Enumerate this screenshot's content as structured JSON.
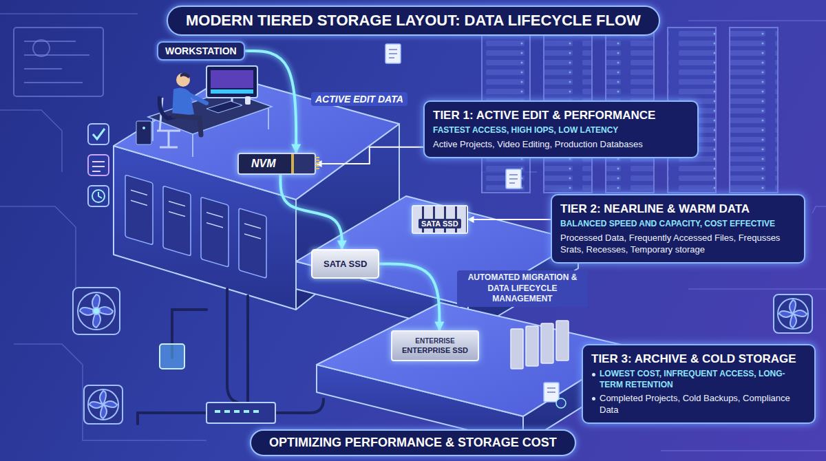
{
  "diagram": {
    "title": "MODERN TIERED STORAGE LAYOUT: DATA LIFECYCLE FLOW",
    "caption": "OPTIMIZING PERFORMANCE & STORAGE COST",
    "nodes": [
      {
        "text": [
          "WORKSTATION"
        ]
      },
      {
        "text": [
          "NVM"
        ]
      },
      {
        "text": [
          "SATA SSD"
        ]
      },
      {
        "text": [
          "SATA SSD"
        ]
      },
      {
        "text": [
          "ENTERRISE",
          "ENTERPRISE SSD"
        ]
      },
      {
        "text": [
          "TIER 1: ACTIVE EDIT & PERFORMANCE",
          "FASTEST ACCESS, HIGH IOPS, LOW LATENCY",
          "Active Projects, Video Editing, Production Databases"
        ]
      },
      {
        "text": [
          "TIER 2: NEARLINE & WARM DATA",
          "BALANCED SPEED AND CAPACITY, COST EFFECTIVE",
          "Processed Data, Frequently Accessed Files, Frequsses Srats, Recesses, Temporary storage"
        ]
      },
      {
        "text": [
          "TIER 3: ARCHIVE & COLD STORAGE",
          "LOWEST COST, INFREQUENT ACCESS, LONG-TERM RETENTION",
          "Completed Projects, Cold Backups, Compliance Data"
        ]
      }
    ],
    "edges": [
      {
        "from": 0,
        "to": 1,
        "label": "ACTIVE EDIT DATA",
        "arrow": "to"
      },
      {
        "from": 1,
        "to": 3,
        "arrow": "to"
      },
      {
        "from": 3,
        "to": 4,
        "label": "AUTOMATED MIGRATION & DATA LIFECYCLE MANAGEMENT",
        "arrow": "to"
      },
      {
        "from": 5,
        "to": 1,
        "arrow": "to"
      },
      {
        "from": 6,
        "to": 2,
        "arrow": "to"
      }
    ]
  }
}
